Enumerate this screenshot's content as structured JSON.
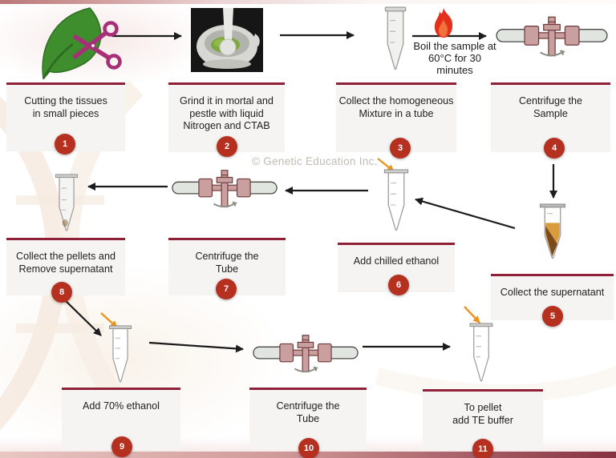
{
  "watermark": "© Genetic Education Inc.",
  "boil_annotation": "Boil the sample at\n60°C for 30\nminutes",
  "steps": [
    {
      "num": "1",
      "label": "Cutting the tissues\nin small pieces",
      "icon": "leaf-scissors"
    },
    {
      "num": "2",
      "label": "Grind it in mortal and\npestle with liquid\nNitrogen and CTAB",
      "icon": "mortar-pestle"
    },
    {
      "num": "3",
      "label": "Collect the homogeneous\nMixture in a tube",
      "icon": "microtube"
    },
    {
      "num": "4",
      "label": "Centrifuge the\nSample",
      "icon": "centrifuge"
    },
    {
      "num": "5",
      "label": "Collect the supernatant",
      "icon": "supernatant-tube"
    },
    {
      "num": "6",
      "label": "Add chilled ethanol",
      "icon": "ethanol-pipette-tube"
    },
    {
      "num": "7",
      "label": "Centrifuge the\nTube",
      "icon": "centrifuge"
    },
    {
      "num": "8",
      "label": "Collect the pellets and\nRemove supernatant",
      "icon": "pellet-tube"
    },
    {
      "num": "9",
      "label": "Add 70% ethanol",
      "icon": "ethanol-pipette-tube"
    },
    {
      "num": "10",
      "label": "Centrifuge the\nTube",
      "icon": "centrifuge"
    },
    {
      "num": "11",
      "label": "To pellet\nadd TE buffer",
      "icon": "te-buffer-pipette-tube"
    }
  ],
  "colors": {
    "badge_red": "#b5301f",
    "rule_maroon": "#8e2137",
    "arrow_black": "#1c1c1c",
    "pipette_orange": "#e8941f",
    "leaf_green": "#3e8e2d",
    "scissors_magenta": "#a72f77",
    "flame_red": "#e2301d",
    "flame_inner_orange": "#f2703a",
    "supernatant_amber": "#d89c3e",
    "pellet_brown": "#7b4a1d",
    "box_bg": "#f5f4f2",
    "text_dark": "#1f1f1f"
  }
}
